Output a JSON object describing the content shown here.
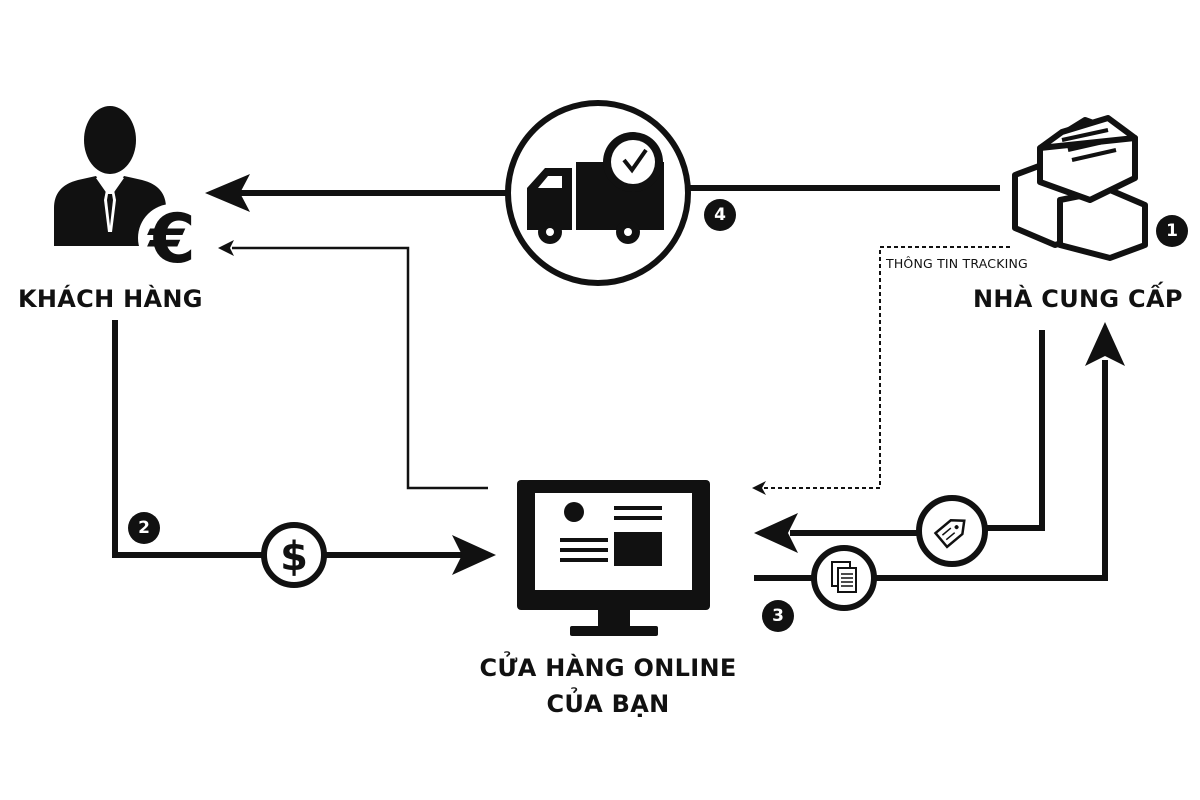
{
  "labels": {
    "customer": "KHÁCH HÀNG",
    "supplier": "NHÀ CUNG CẤP",
    "store_line1": "CỬA HÀNG ONLINE",
    "store_line2": "CỦA BẠN",
    "tracking": "THÔNG TIN TRACKING"
  },
  "steps": {
    "s1": "1",
    "s2": "2",
    "s3": "3",
    "s4": "4"
  },
  "icons": {
    "euro": "€",
    "dollar": "$"
  },
  "colors": {
    "ink": "#111111",
    "background": "#ffffff"
  }
}
